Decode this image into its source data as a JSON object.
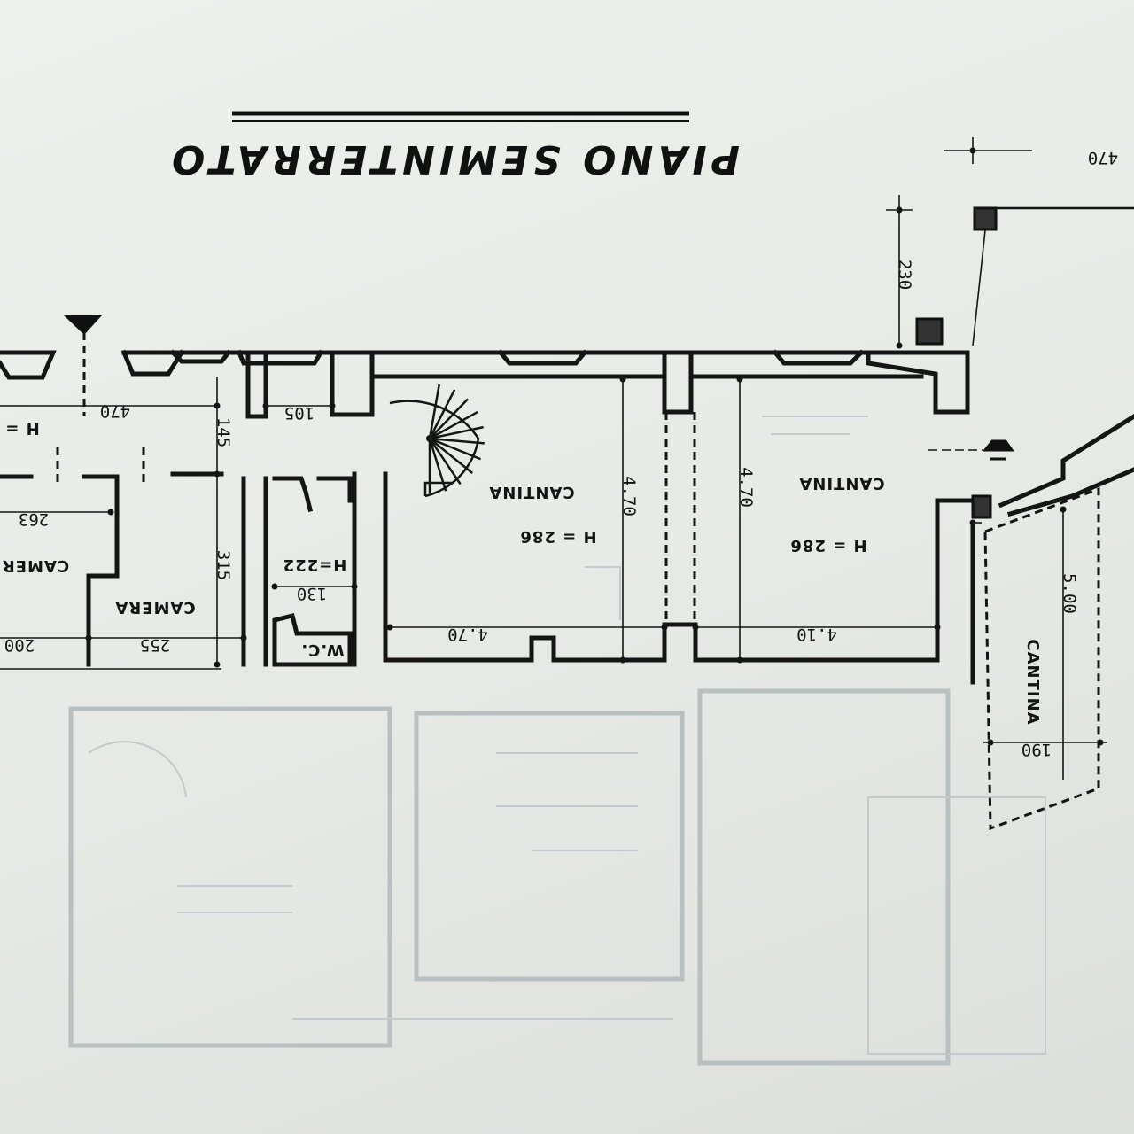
{
  "title": "PIANO SEMINTERRATO",
  "rooms": {
    "cantina_1": "CANTINA",
    "cantina_2": "CANTINA",
    "cantina_3": "CANTINA",
    "camera_1": "CAMERA",
    "camera_2": "CAMER",
    "wc": "W.C."
  },
  "heights": {
    "cantina_1": "H = 286",
    "cantina_2": "H = 286",
    "wc": "H=222",
    "left_partial": "H = "
  },
  "dimensions": {
    "top_right": "470",
    "vertical_230": "230",
    "cantina_1_width": "4.70",
    "cantina_1_depth": "4.70",
    "cantina_2_width": "4.10",
    "cantina_2_depth": "4.70",
    "cantina_3_depth": "5.00",
    "cantina_3_width": "190",
    "front_470": "470",
    "d_105": "105",
    "d_145": "145",
    "d_315": "315",
    "d_255": "255",
    "d_263": "263",
    "d_200": "200",
    "d_130": "130"
  }
}
